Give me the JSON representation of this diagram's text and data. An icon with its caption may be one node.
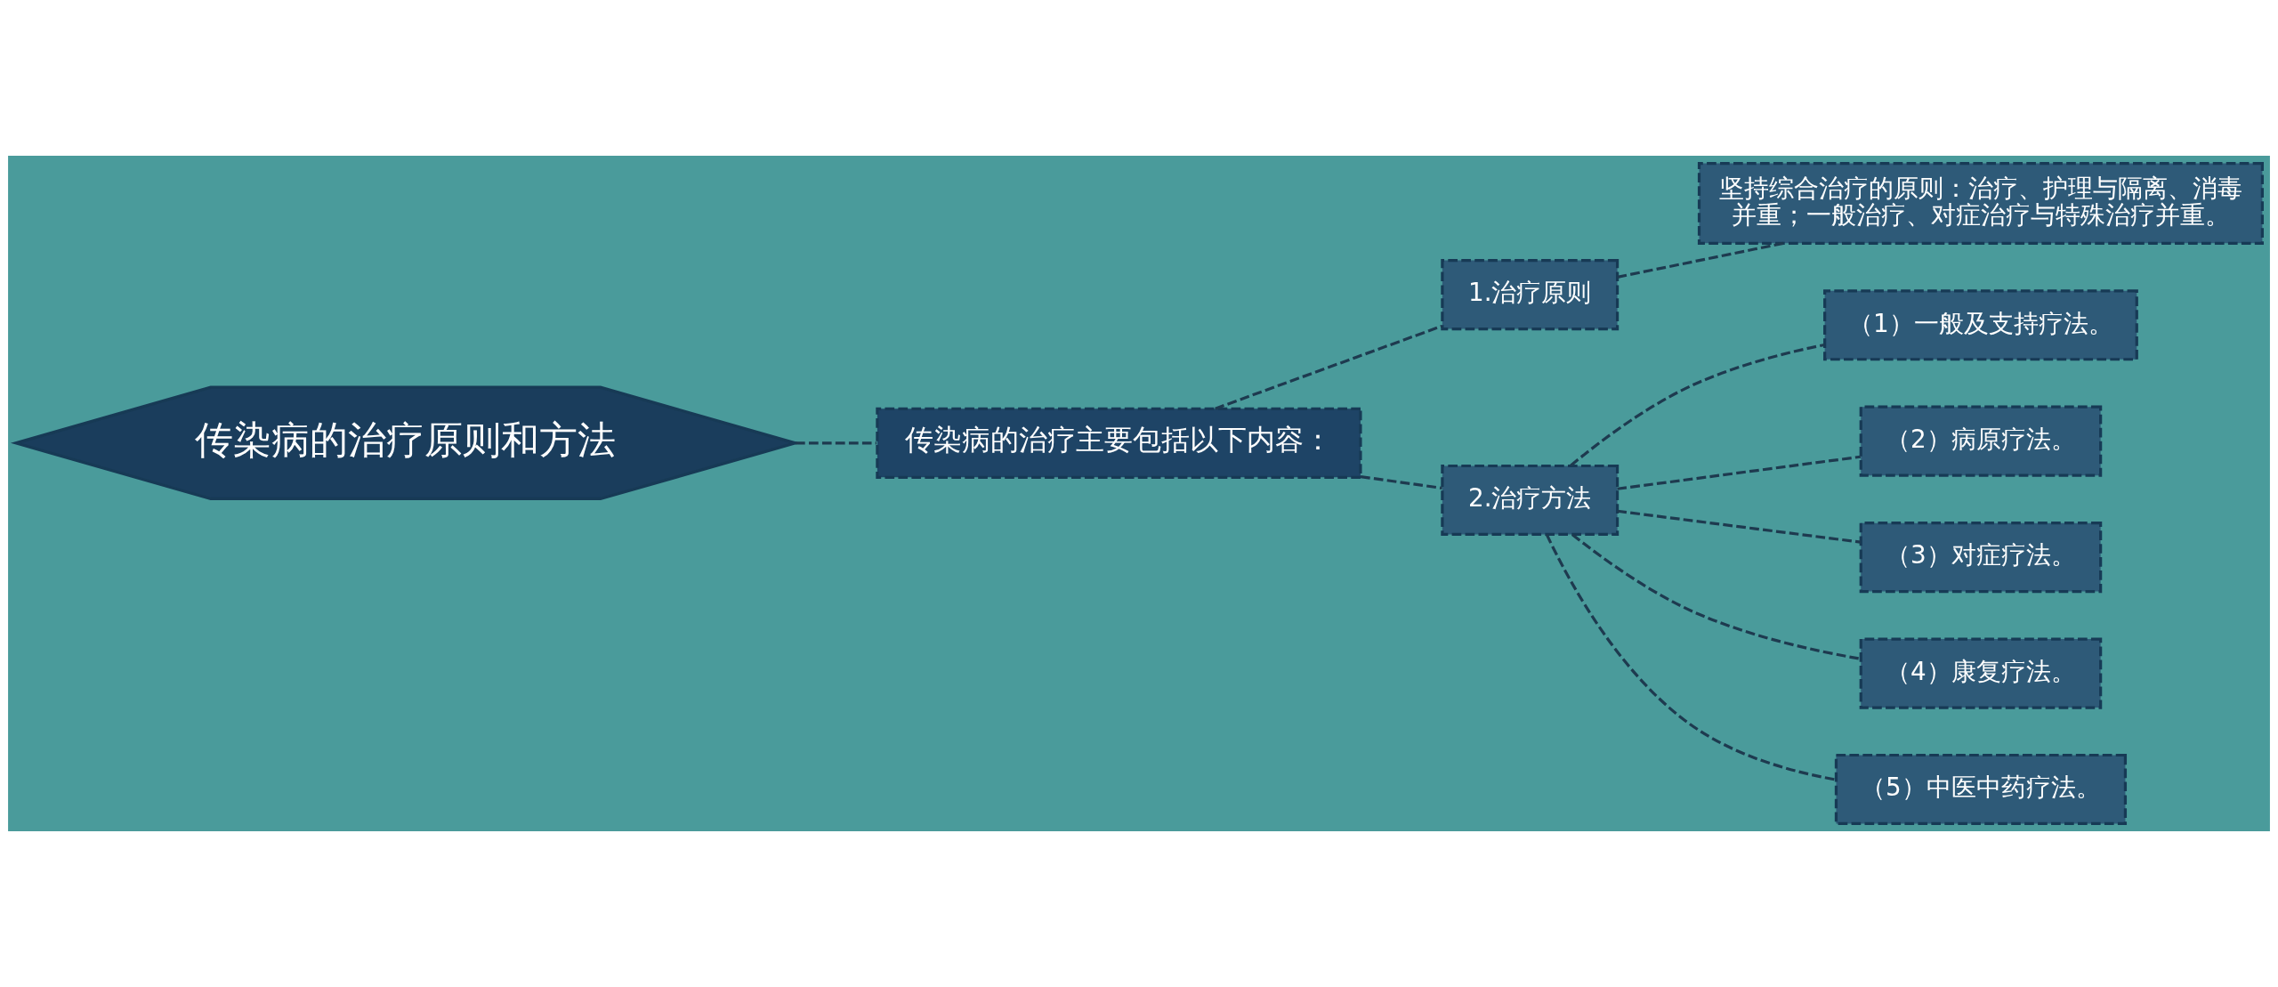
{
  "diagram": {
    "nodes": [
      {
        "text": [
          "传染病的治疗原则和方法"
        ]
      },
      {
        "text": [
          "传染病的治疗主要包括以下内容："
        ]
      },
      {
        "text": [
          "1.治疗原则"
        ]
      },
      {
        "text": [
          "坚持综合治疗的原则：治疗、护理与隔离、消毒并重；一般治疗、对症治疗与特殊治疗并重。"
        ]
      },
      {
        "text": [
          "2.治疗方法"
        ]
      },
      {
        "text": [
          "（1）一般及支持疗法。"
        ]
      },
      {
        "text": [
          "（2）病原疗法。"
        ]
      },
      {
        "text": [
          "（3）对症疗法。"
        ]
      },
      {
        "text": [
          "（4）康复疗法。"
        ]
      },
      {
        "text": [
          "（5）中医中药疗法。"
        ]
      }
    ],
    "edges": [
      {
        "from": 0,
        "to": 1,
        "arrow": "none",
        "style": "dashed"
      },
      {
        "from": 1,
        "to": 2,
        "arrow": "none",
        "style": "dashed"
      },
      {
        "from": 2,
        "to": 3,
        "arrow": "none",
        "style": "dashed"
      },
      {
        "from": 1,
        "to": 4,
        "arrow": "none",
        "style": "dashed"
      },
      {
        "from": 4,
        "to": 5,
        "arrow": "none",
        "style": "dashed"
      },
      {
        "from": 4,
        "to": 6,
        "arrow": "none",
        "style": "dashed"
      },
      {
        "from": 4,
        "to": 7,
        "arrow": "none",
        "style": "dashed"
      },
      {
        "from": 4,
        "to": 8,
        "arrow": "none",
        "style": "dashed"
      },
      {
        "from": 4,
        "to": 9,
        "arrow": "none",
        "style": "dashed"
      }
    ]
  }
}
